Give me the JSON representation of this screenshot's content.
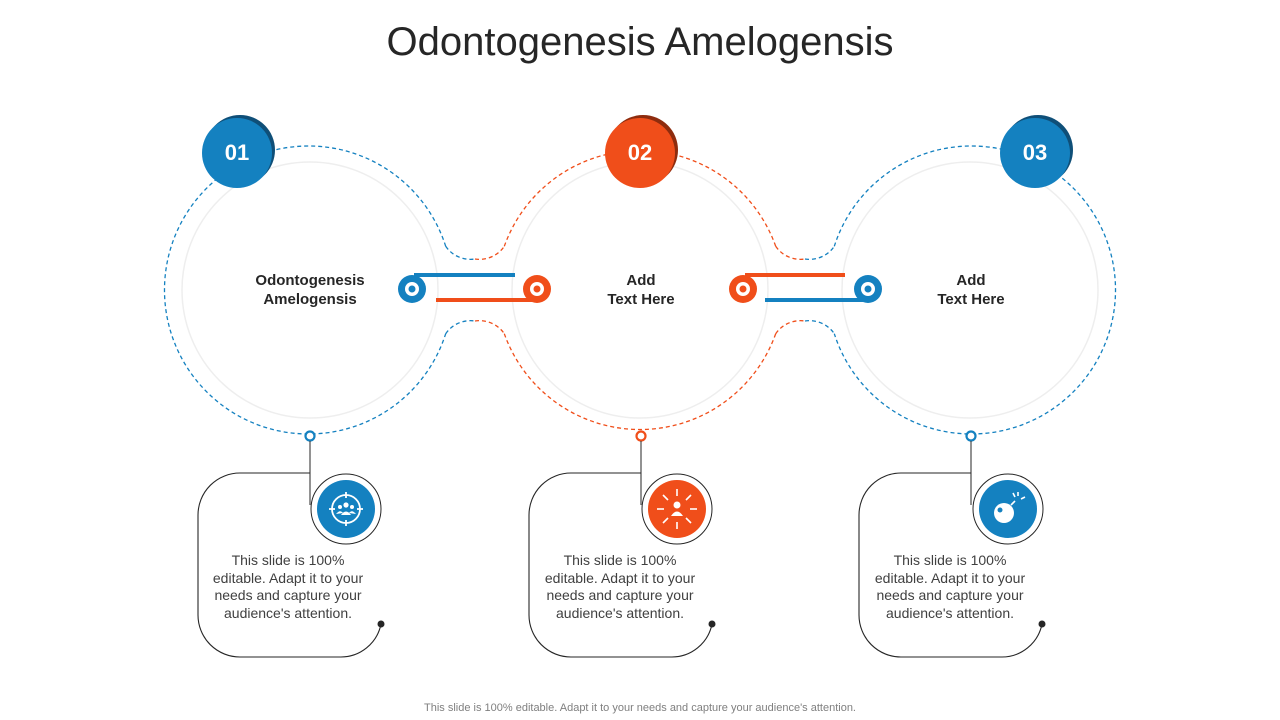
{
  "title": "Odontogenesis Amelogensis",
  "colors": {
    "blue": "#1481c0",
    "orange": "#f04e1a",
    "dark": "#262626"
  },
  "steps": [
    {
      "number": "01",
      "label": [
        "Odontogenesis",
        "Amelogensis"
      ],
      "color": "blue",
      "icon": "target-group-icon",
      "description": "This slide is 100% editable. Adapt it to your needs and capture your audience's attention."
    },
    {
      "number": "02",
      "label": [
        "Add",
        "Text Here"
      ],
      "color": "orange",
      "icon": "expand-person-icon",
      "description": "This slide is 100% editable. Adapt it to your needs and capture your audience's attention."
    },
    {
      "number": "03",
      "label": [
        "Add",
        "Text Here"
      ],
      "color": "blue",
      "icon": "bomb-icon",
      "description": "This slide is 100% editable. Adapt it to your needs and capture your audience's attention."
    }
  ],
  "footer": "This slide is 100% editable. Adapt it to your needs and capture your audience's attention."
}
